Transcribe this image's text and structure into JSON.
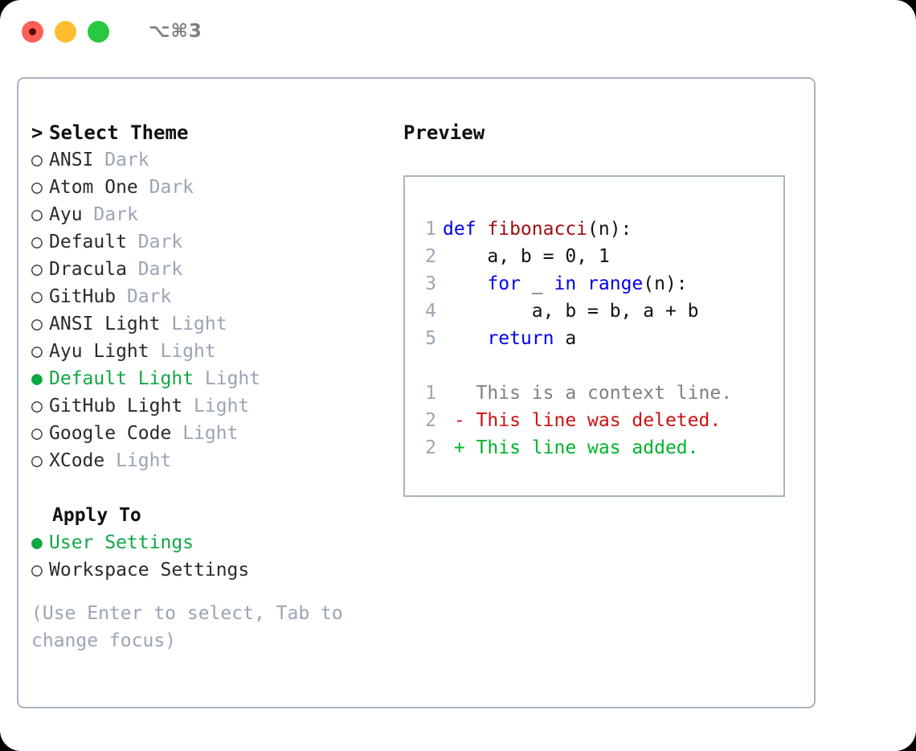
{
  "window": {
    "title": "⌥⌘3",
    "traffic_lights": [
      "close-red",
      "minimize-yellow",
      "maximize-green"
    ]
  },
  "colors": {
    "accent_green": "#0fa844",
    "muted_gray": "#9aa5b4",
    "border": "#aab3c0",
    "keyword_blue": "#0000ee",
    "function_red": "#a01010",
    "diff_added": "#00b32c",
    "diff_deleted": "#cc1111",
    "context_gray": "#808080"
  },
  "theme_picker": {
    "header": "Select Theme",
    "caret": ">",
    "bullet_off": "○",
    "bullet_on": "●",
    "items": [
      {
        "name": "ANSI",
        "kind": "Dark",
        "selected": false
      },
      {
        "name": "Atom One",
        "kind": "Dark",
        "selected": false
      },
      {
        "name": "Ayu",
        "kind": "Dark",
        "selected": false
      },
      {
        "name": "Default",
        "kind": "Dark",
        "selected": false
      },
      {
        "name": "Dracula",
        "kind": "Dark",
        "selected": false
      },
      {
        "name": "GitHub",
        "kind": "Dark",
        "selected": false
      },
      {
        "name": "ANSI Light",
        "kind": "Light",
        "selected": false
      },
      {
        "name": "Ayu Light",
        "kind": "Light",
        "selected": false
      },
      {
        "name": "Default Light",
        "kind": "Light",
        "selected": true
      },
      {
        "name": "GitHub Light",
        "kind": "Light",
        "selected": false
      },
      {
        "name": "Google Code",
        "kind": "Light",
        "selected": false
      },
      {
        "name": "XCode",
        "kind": "Light",
        "selected": false
      }
    ]
  },
  "apply_to": {
    "label": "Apply To",
    "options": [
      {
        "name": "User Settings",
        "selected": true
      },
      {
        "name": "Workspace Settings",
        "selected": false
      }
    ]
  },
  "hint": "(Use Enter to select, Tab to change focus)",
  "preview": {
    "title": "Preview",
    "code": [
      {
        "ln": "1",
        "tokens": [
          {
            "t": "def ",
            "c": "kw"
          },
          {
            "t": "fibonacci",
            "c": "fn"
          },
          {
            "t": "(n):",
            "c": "plain"
          }
        ]
      },
      {
        "ln": "2",
        "tokens": [
          {
            "t": "    a, b = 0, 1",
            "c": "plain"
          }
        ]
      },
      {
        "ln": "3",
        "tokens": [
          {
            "t": "    ",
            "c": "plain"
          },
          {
            "t": "for",
            "c": "kw"
          },
          {
            "t": " _ ",
            "c": "plain"
          },
          {
            "t": "in range",
            "c": "kw"
          },
          {
            "t": "(n):",
            "c": "plain"
          }
        ]
      },
      {
        "ln": "4",
        "tokens": [
          {
            "t": "        a, b = b, a + b",
            "c": "plain"
          }
        ]
      },
      {
        "ln": "5",
        "tokens": [
          {
            "t": "    ",
            "c": "plain"
          },
          {
            "t": "return",
            "c": "kw"
          },
          {
            "t": " a",
            "c": "plain"
          }
        ]
      }
    ],
    "diff": [
      {
        "ln": "1",
        "marker": " ",
        "text": " This is a context line.",
        "c": "ctx"
      },
      {
        "ln": "2",
        "marker": "-",
        "text": " This line was deleted.",
        "c": "del"
      },
      {
        "ln": "2",
        "marker": "+",
        "text": " This line was added.",
        "c": "add"
      }
    ]
  }
}
